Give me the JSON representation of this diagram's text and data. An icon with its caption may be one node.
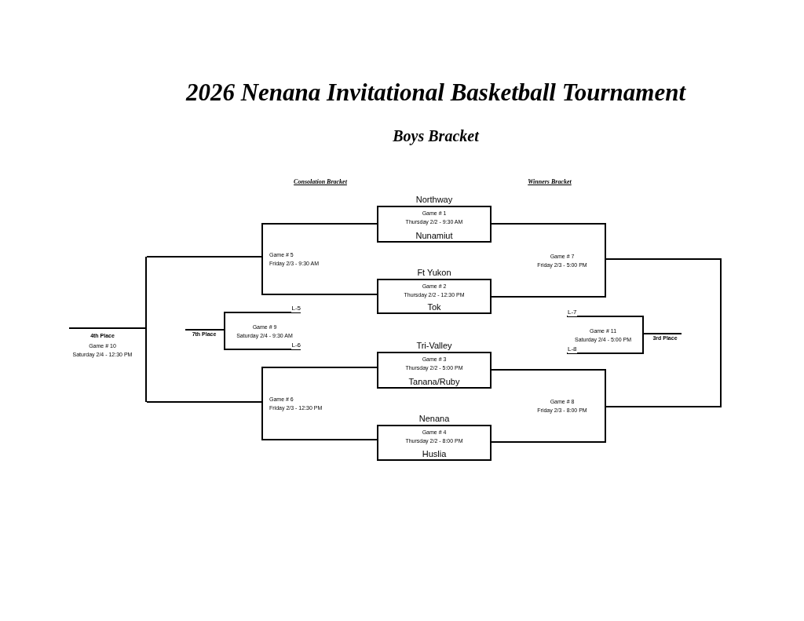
{
  "diagram": {
    "title": "2026 Nenana Invitational Basketball Tournament",
    "nodes": [
      {
        "text": [
          "Northway",
          "Game # 1",
          "Thursday 2/2 - 9:30 AM",
          "Nunamiut"
        ]
      },
      {
        "text": [
          "Ft Yukon",
          "Game # 2",
          "Thursday 2/2 - 12:30 PM",
          "Tok"
        ]
      },
      {
        "text": [
          "Tri-Valley",
          "Game # 3",
          "Thursday 2/2 - 5:00 PM",
          "Tanana/Ruby"
        ]
      },
      {
        "text": [
          "Nenana",
          "Game # 4",
          "Thursday 2/2 - 8:00 PM",
          "Huslia"
        ]
      },
      {
        "text": [
          "Game # 5",
          "Friday 2/3 - 9:30 AM"
        ]
      },
      {
        "text": [
          "Game # 6",
          "Friday 2/3 - 12:30 PM"
        ]
      },
      {
        "text": [
          "Game # 7",
          "Friday 2/3 - 5:00 PM"
        ]
      },
      {
        "text": [
          "Game # 8",
          "Friday 2/3 - 8:00 PM"
        ]
      },
      {
        "text": [
          "Game # 9",
          "Saturday 2/4 - 9:30 AM"
        ],
        "beside": [
          "7th Place"
        ]
      },
      {
        "text": [
          "4th Place",
          "Game # 10",
          "Saturday 2/4 - 12:30 PM"
        ]
      },
      {
        "text": [
          "Game # 11",
          "Saturday 2/4 - 5:00 PM"
        ],
        "beside": [
          "3rd Place"
        ]
      }
    ],
    "edges": [
      {
        "from": 0,
        "to": 4,
        "arrow": "none"
      },
      {
        "from": 1,
        "to": 4,
        "arrow": "none"
      },
      {
        "from": 0,
        "to": 6,
        "arrow": "none"
      },
      {
        "from": 1,
        "to": 6,
        "arrow": "none"
      },
      {
        "from": 2,
        "to": 5,
        "arrow": "none"
      },
      {
        "from": 3,
        "to": 5,
        "arrow": "none"
      },
      {
        "from": 2,
        "to": 7,
        "arrow": "none"
      },
      {
        "from": 3,
        "to": 7,
        "arrow": "none"
      },
      {
        "from": 4,
        "to": 9,
        "arrow": "none"
      },
      {
        "from": 5,
        "to": 9,
        "arrow": "none"
      },
      {
        "from": 6,
        "to": 7,
        "arrow": "none"
      },
      {
        "from": null,
        "to": 8,
        "arrow": "none",
        "label": "L-5"
      },
      {
        "from": null,
        "to": 8,
        "arrow": "none",
        "label": "L-6"
      },
      {
        "from": 8,
        "to": null,
        "arrow": "none"
      },
      {
        "from": 9,
        "to": null,
        "arrow": "none"
      },
      {
        "from": null,
        "to": 10,
        "arrow": "none",
        "label": "L-7"
      },
      {
        "from": null,
        "to": 10,
        "arrow": "none",
        "label": "L-8"
      },
      {
        "from": 10,
        "to": null,
        "arrow": "none"
      }
    ],
    "labels": [
      "Boys Bracket",
      "Consolation Bracket",
      "Winners Bracket"
    ]
  }
}
